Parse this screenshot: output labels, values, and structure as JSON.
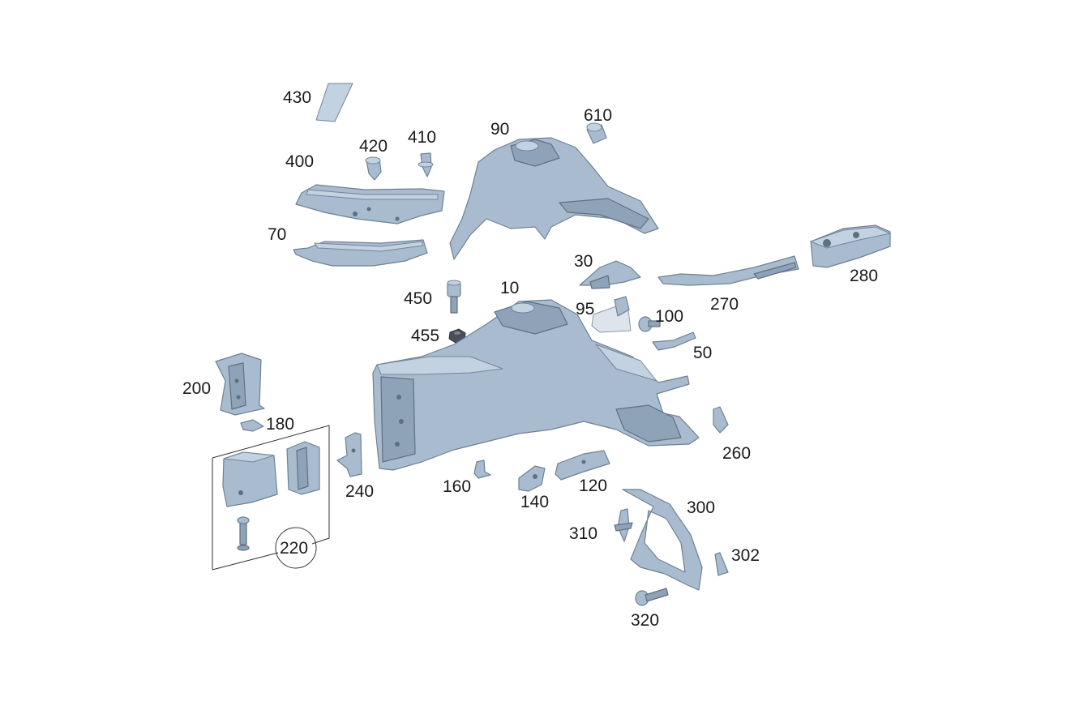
{
  "diagram": {
    "colors": {
      "part_fill": "#a9bccf",
      "part_shade": "#8ea3b8",
      "part_highlight": "#c3d2e0",
      "outline": "#6f8193",
      "label": "#1a1a1a",
      "background": "#ffffff"
    },
    "callouts": [
      {
        "id": "430",
        "text": "430"
      },
      {
        "id": "420",
        "text": "420"
      },
      {
        "id": "410",
        "text": "410"
      },
      {
        "id": "400",
        "text": "400"
      },
      {
        "id": "90",
        "text": "90"
      },
      {
        "id": "610",
        "text": "610"
      },
      {
        "id": "70",
        "text": "70"
      },
      {
        "id": "30",
        "text": "30"
      },
      {
        "id": "280",
        "text": "280"
      },
      {
        "id": "450",
        "text": "450"
      },
      {
        "id": "10",
        "text": "10"
      },
      {
        "id": "95",
        "text": "95"
      },
      {
        "id": "100",
        "text": "100"
      },
      {
        "id": "270",
        "text": "270"
      },
      {
        "id": "455",
        "text": "455"
      },
      {
        "id": "50",
        "text": "50"
      },
      {
        "id": "200",
        "text": "200"
      },
      {
        "id": "180",
        "text": "180"
      },
      {
        "id": "260",
        "text": "260"
      },
      {
        "id": "240",
        "text": "240"
      },
      {
        "id": "160",
        "text": "160"
      },
      {
        "id": "120",
        "text": "120"
      },
      {
        "id": "140",
        "text": "140"
      },
      {
        "id": "300",
        "text": "300"
      },
      {
        "id": "310",
        "text": "310"
      },
      {
        "id": "220",
        "text": "220"
      },
      {
        "id": "302",
        "text": "302"
      },
      {
        "id": "320",
        "text": "320"
      }
    ]
  }
}
